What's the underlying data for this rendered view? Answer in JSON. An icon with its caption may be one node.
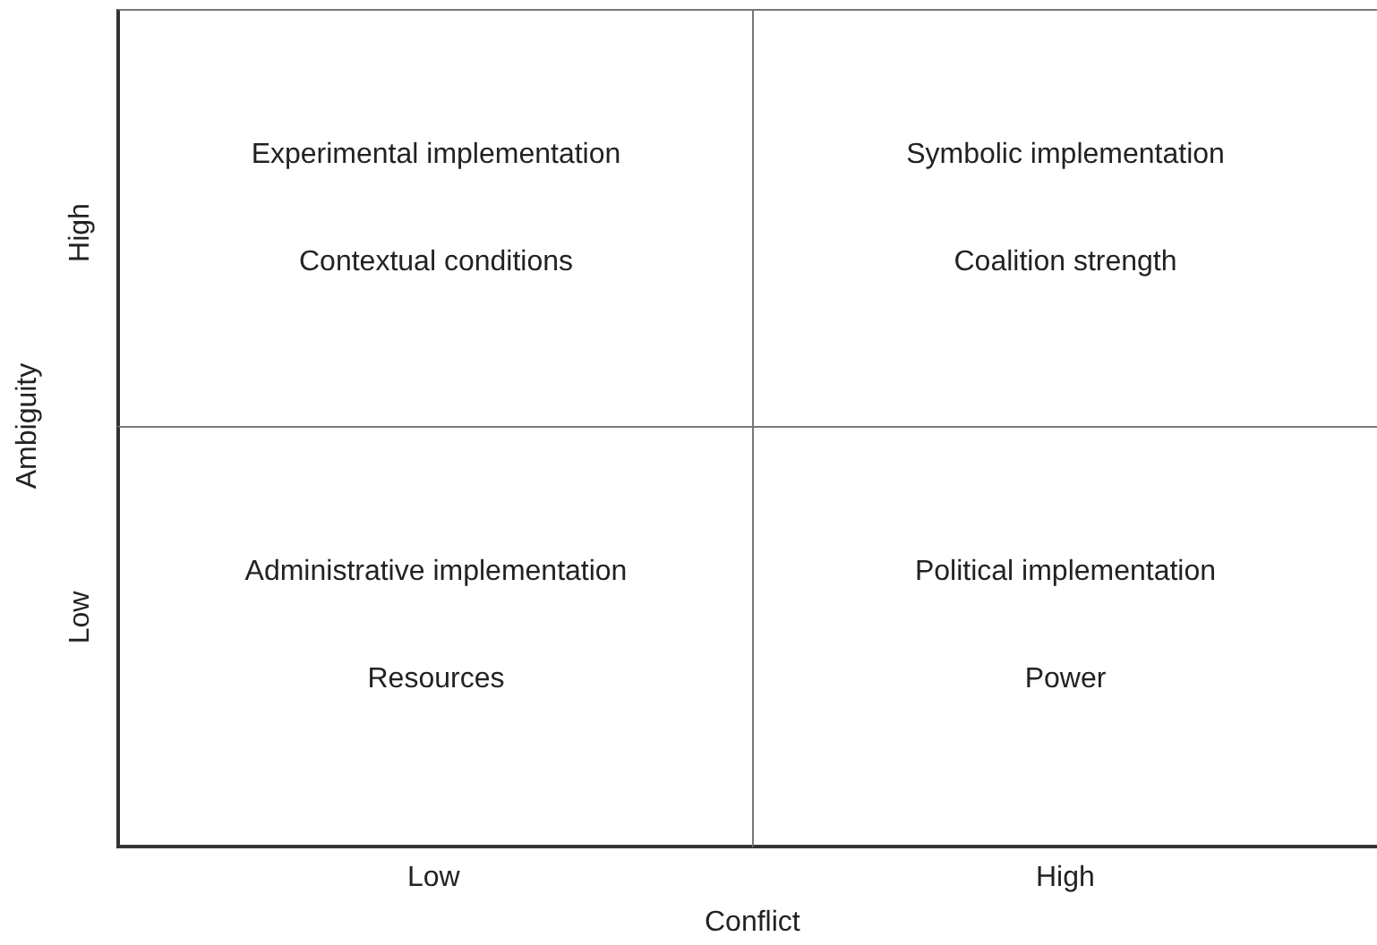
{
  "diagram": {
    "nodes": [
      {
        "text": [
          "Experimental implementation",
          "Contextual conditions"
        ]
      },
      {
        "text": [
          "Symbolic implementation",
          "Coalition strength"
        ]
      },
      {
        "text": [
          "Administrative implementation",
          "Resources"
        ]
      },
      {
        "text": [
          "Political implementation",
          "Power"
        ]
      }
    ],
    "labels": [
      "High",
      "Ambiguity",
      "Low",
      "Low",
      "High",
      "Conflict"
    ]
  }
}
